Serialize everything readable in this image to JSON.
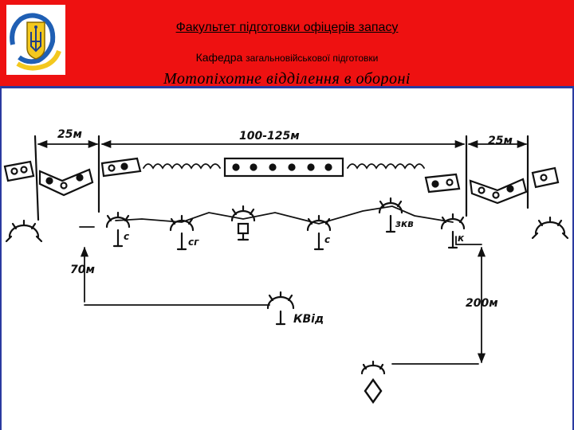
{
  "header": {
    "faculty": "Факультет підготовки офіцерів запасу",
    "department_prefix": "Кафедра ",
    "department_rest": "загальновійськової підготовки",
    "topic": "Мотопіхотне відділення в обороні"
  },
  "diagram": {
    "dim_left": "25м",
    "dim_center": "100-125м",
    "dim_right": "25м",
    "dim_depth": "70м",
    "dim_distance": "200м",
    "pos_s1": "с",
    "pos_sg": "сг",
    "pos_s2": "с",
    "pos_zkv": "зкв",
    "pos_k": "к",
    "pos_kvid": "КВід"
  },
  "colors": {
    "header_bg": "#ee1111",
    "accent_line": "#2a3aa0",
    "ink": "#111111"
  }
}
